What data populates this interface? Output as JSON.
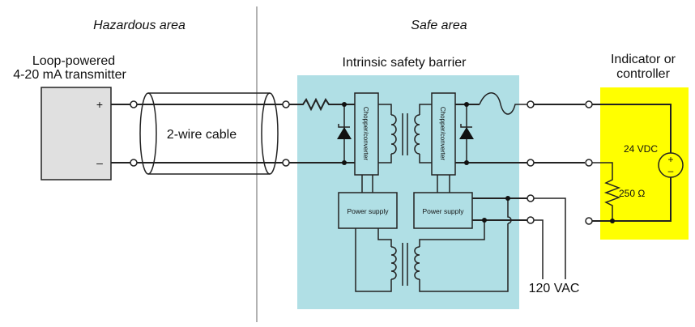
{
  "regions": {
    "hazardous_label": "Hazardous area",
    "safe_label": "Safe area"
  },
  "transmitter": {
    "title_line1": "Loop-powered",
    "title_line2": "4-20 mA transmitter",
    "plus": "+",
    "minus": "–",
    "fill_color": "#e0e0e0"
  },
  "cable": {
    "label": "2-wire cable"
  },
  "barrier": {
    "title": "Intrinsic safety barrier",
    "fill_color": "#b0dfe5",
    "chopper_left": "Chopper/converter",
    "chopper_right": "Chopper/converter",
    "power_supply_left": "Power supply",
    "power_supply_right": "Power supply"
  },
  "ac_supply": {
    "label": "120 VAC"
  },
  "indicator": {
    "title_line1": "Indicator or",
    "title_line2": "controller",
    "fill_color": "#ffff00",
    "source_label": "24 VDC",
    "source_plus": "+",
    "source_minus": "–",
    "resistor_label": "250 Ω"
  }
}
